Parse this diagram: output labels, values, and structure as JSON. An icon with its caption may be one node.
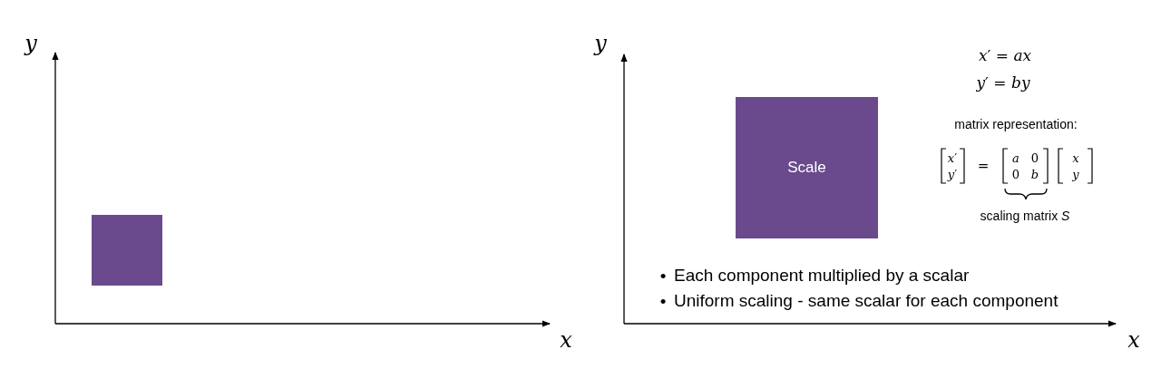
{
  "diagram": {
    "nodes": [
      {
        "text": [],
        "shape": "box"
      },
      {
        "text": [
          "Scale"
        ]
      }
    ],
    "edges": [],
    "labels": [
      "y",
      "y",
      "*x*′ = *ax*",
      "*y*′ = *by*",
      "matrix representation:",
      "*x*′",
      "*y*′",
      "=",
      "*a*",
      "0",
      "0",
      "*b*",
      "*x*",
      "*y*",
      "scaling matrix *S*",
      "•",
      "Each component multiplied by a scalar",
      "•",
      "Uniform scaling - same scalar for each component",
      "x",
      "x"
    ]
  }
}
